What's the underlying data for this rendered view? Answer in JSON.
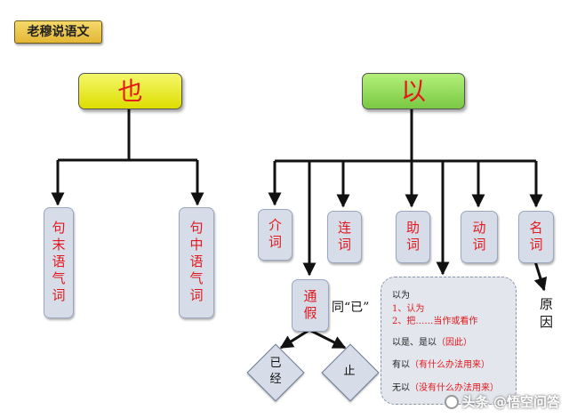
{
  "tag_label": "老穆说语文",
  "nodes": {
    "ye": "也",
    "yi": "以",
    "ye_child_1": "句末语气词",
    "ye_child_2": "句中语气词",
    "jie": "介词",
    "lian": "连词",
    "zhu": "助词",
    "dong": "动词",
    "ming": "名词",
    "tongjia": "通假"
  },
  "notes": {
    "tong_yi": "同“已”",
    "ming_meaning": "原因"
  },
  "diamonds": {
    "yijing": "已经",
    "zhi": "止"
  },
  "panel_lines": [
    {
      "text": "以为",
      "color": "#222222"
    },
    {
      "text": "1、认为",
      "color": "#e3171c"
    },
    {
      "text": "2、把……当作或看作",
      "color": "#e3171c"
    },
    {
      "text_black": "以是、是以",
      "text_red": "（因此）"
    },
    {
      "text_black": "有以",
      "text_red": "（有什么办法用来）"
    },
    {
      "text_black": "无以",
      "text_red": "（没有什么办法用来）"
    }
  ],
  "watermark": "头条 @悟空问答",
  "colors": {
    "node_text": "#e3171c",
    "ye_fill": "#f0f200",
    "yi_fill": "#92d050",
    "child_fill": "#d6dde8"
  }
}
